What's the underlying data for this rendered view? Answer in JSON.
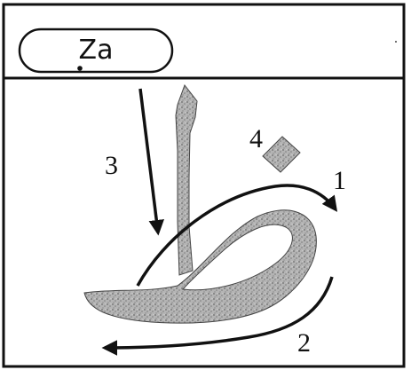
{
  "label": {
    "text": "Za",
    "dot": true
  },
  "steps": [
    "1",
    "2",
    "3",
    "4"
  ],
  "colors": {
    "ink": "#111111",
    "letter_fill": "#a9a9a9",
    "background": "#ffffff"
  },
  "glyph": {
    "name": "za-letter-shape"
  }
}
